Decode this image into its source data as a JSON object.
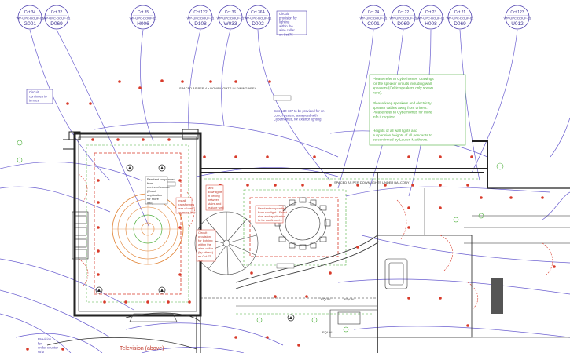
{
  "circuit_tags": [
    {
      "circuit": "Cct 34",
      "ref": "WP-UPC-DOUF-01",
      "code": "G001"
    },
    {
      "circuit": "Cct 32",
      "ref": "WP-UPC-DOUF-01",
      "code": "D069"
    },
    {
      "circuit": "Cct 35",
      "ref": "WP-UPC-DOUF-01",
      "code": "H006"
    },
    {
      "circuit": "Cct 122",
      "ref": "WP-UPC-DOUF-01",
      "code": "D108"
    },
    {
      "circuit": "Cct 36",
      "ref": "WP-UPC-DOUF-01",
      "code": "W033"
    },
    {
      "circuit": "Cct 36A",
      "ref": "WP-UPC-DOUF-01",
      "code": "D002"
    },
    {
      "circuit": "Cct 24",
      "ref": "WP-UPC-DOUF-01",
      "code": "C001"
    },
    {
      "circuit": "Cct 22",
      "ref": "WP-UPC-DOUF-01",
      "code": "D069"
    },
    {
      "circuit": "Cct 23",
      "ref": "WP-UPC-DOUF-01",
      "code": "H008"
    },
    {
      "circuit": "Cct 21",
      "ref": "WP-UPC-DOUF-01",
      "code": "D069"
    },
    {
      "circuit": "Cct 123",
      "ref": "WP-UPC-DOUF-01",
      "code": "U012"
    }
  ],
  "notes": {
    "circuit_provision": [
      "Circuit",
      "provision for",
      "lighting",
      "within the",
      "wine cellar",
      "ex Cct 75"
    ],
    "circuit_continues": [
      "Circuit",
      "continues to",
      "terrace"
    ],
    "spaced_dining": "SPACED AS PER 4 x DOWNLIGHTS IN DINING AREA",
    "spaced_balcony": "SPACED AS PER DOWNLIGHTS UNDER BALCONY",
    "cct_provided": [
      "Ccts 130-137 to be provided for on",
      "Lutron system, as agreed with",
      "Cyberhomes, for exterior lighting"
    ],
    "green_note_1": [
      "Please refer to Cyberhomes' drawings",
      "for the speaker circuits including wall",
      "speakers (Celtic speakers only shown",
      "here)."
    ],
    "green_note_2": [
      "Please keep speakers and electricity",
      "speaker cables away from drivers.",
      "Please refer to Cyberhomes for more",
      "info if required."
    ],
    "green_note_3": [
      "Heights of all wall lights and",
      "suspension heights of all pendants to",
      "be confirmed by Lauren Matthews."
    ],
    "pendant_note": [
      "Pendant suspended",
      "from rooflight - Exact",
      "size and application",
      "to be confirmed..."
    ],
    "mini_note": [
      "Mini",
      "downlights",
      "in ceiling",
      "between",
      "stairs and",
      "feature wall"
    ],
    "circuit_stair": [
      "Circuit",
      "provision",
      "for lighting",
      "within the",
      "wine cellar",
      "(by others)",
      "ex Cct 75",
      "see"
    ],
    "pendant_centre": [
      "Pendant suspended",
      "from",
      "centre of cupola",
      "(Exact",
      "application",
      "for more",
      "info)"
    ],
    "small_red": [
      "Install",
      "transformer",
      "rear of wall",
      "for more info"
    ],
    "provision": [
      "Provision",
      "for",
      "under counter",
      "strip",
      "lighting"
    ],
    "television": "Television (above)",
    "equal": "EQUAL"
  },
  "colors": {
    "circuit_line": "#6b5fd0",
    "wall": "#222222",
    "red": "#d83a2a",
    "green": "#4caf3a",
    "orange": "#e08030"
  }
}
